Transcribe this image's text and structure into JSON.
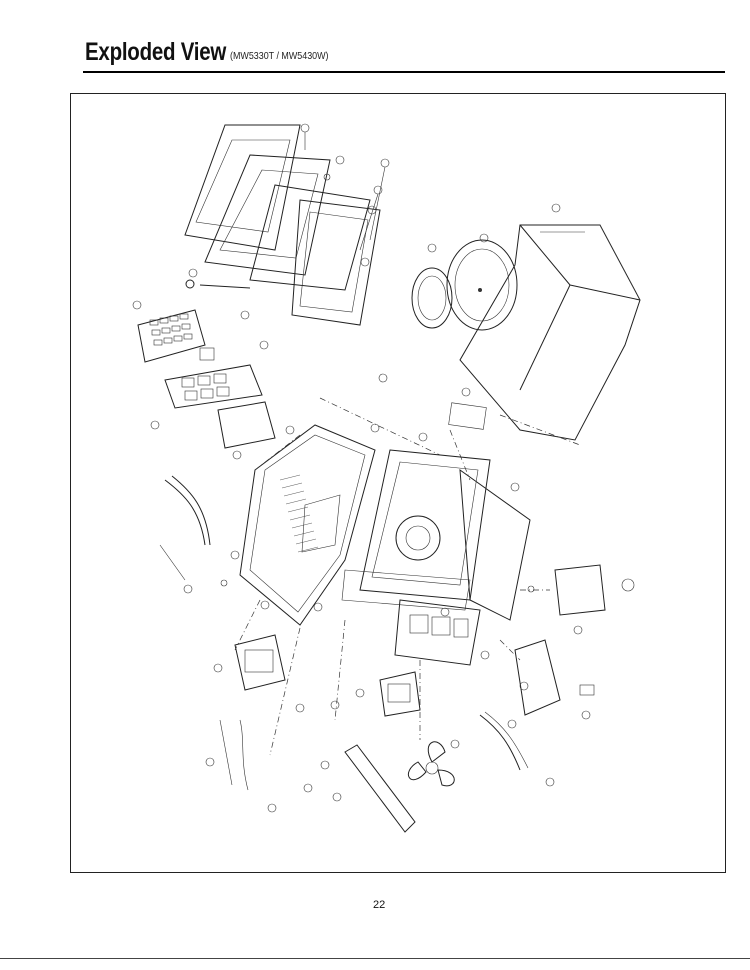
{
  "header": {
    "title": "Exploded View",
    "models": "(MW5330T / MW5430W)"
  },
  "figure": {
    "description_icon": "exploded-view-diagram"
  },
  "footer": {
    "page_number": "22"
  }
}
